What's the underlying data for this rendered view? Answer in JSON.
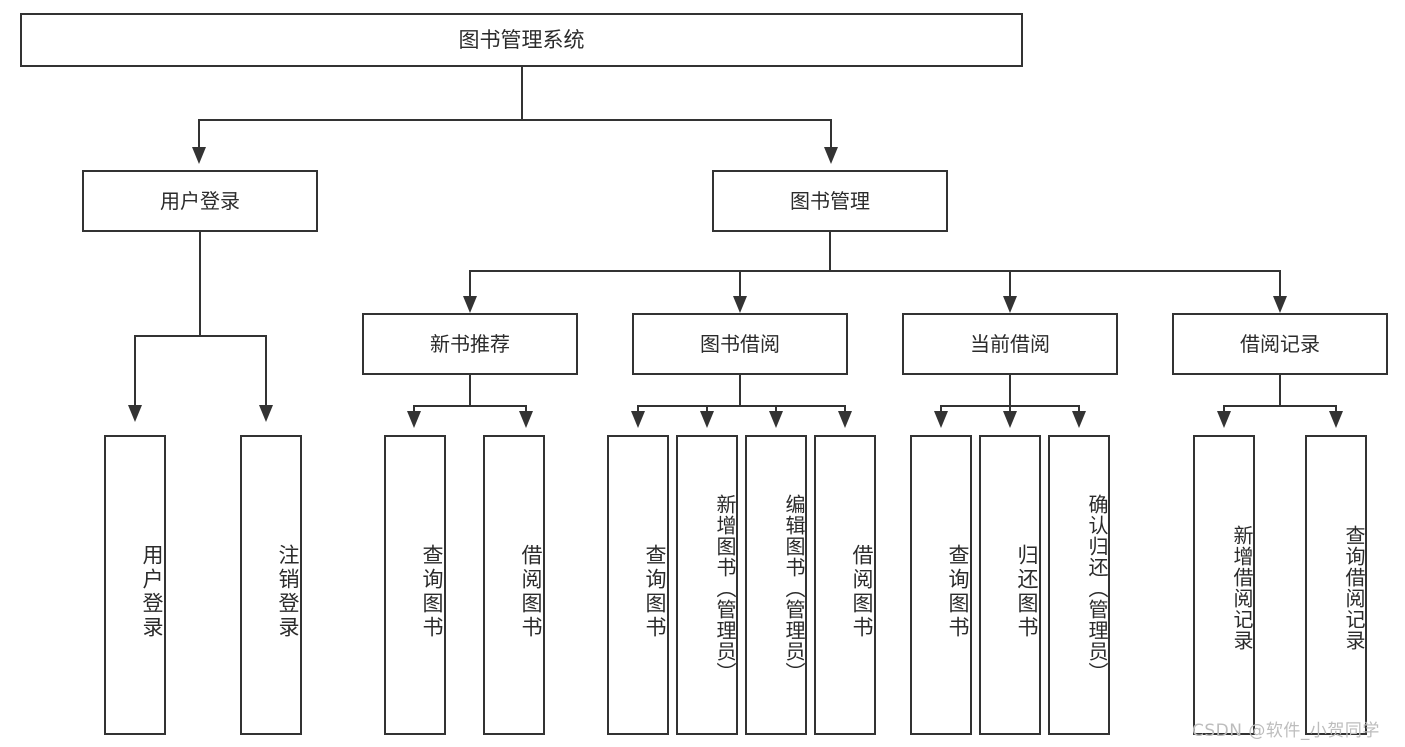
{
  "diagram": {
    "title": "图书管理系统",
    "type": "tree-hierarchy-chart",
    "root": {
      "label": "图书管理系统"
    },
    "level1": [
      {
        "label": "用户登录"
      },
      {
        "label": "图书管理"
      }
    ],
    "level2": [
      {
        "label": "新书推荐"
      },
      {
        "label": "图书借阅"
      },
      {
        "label": "当前借阅"
      },
      {
        "label": "借阅记录"
      }
    ],
    "leaves": {
      "user_login": [
        {
          "label": "用户登录"
        },
        {
          "label": "注销登录"
        }
      ],
      "new_book_recommend": [
        {
          "label": "查询图书"
        },
        {
          "label": "借阅图书"
        }
      ],
      "book_borrow": [
        {
          "label": "查询图书"
        },
        {
          "label": "新增图书（管理员）"
        },
        {
          "label": "编辑图书（管理员）"
        },
        {
          "label": "借阅图书"
        }
      ],
      "current_borrow": [
        {
          "label": "查询图书"
        },
        {
          "label": "归还图书"
        },
        {
          "label": "确认归还（管理员）"
        }
      ],
      "borrow_record": [
        {
          "label": "新增借阅记录"
        },
        {
          "label": "查询借阅记录"
        }
      ]
    }
  },
  "watermark": {
    "text": "CSDN @软件_小贺同学"
  },
  "colors": {
    "stroke": "#333333",
    "fill": "#ffffff",
    "text": "#2b2b2b",
    "watermark": "#bdbdbd"
  }
}
